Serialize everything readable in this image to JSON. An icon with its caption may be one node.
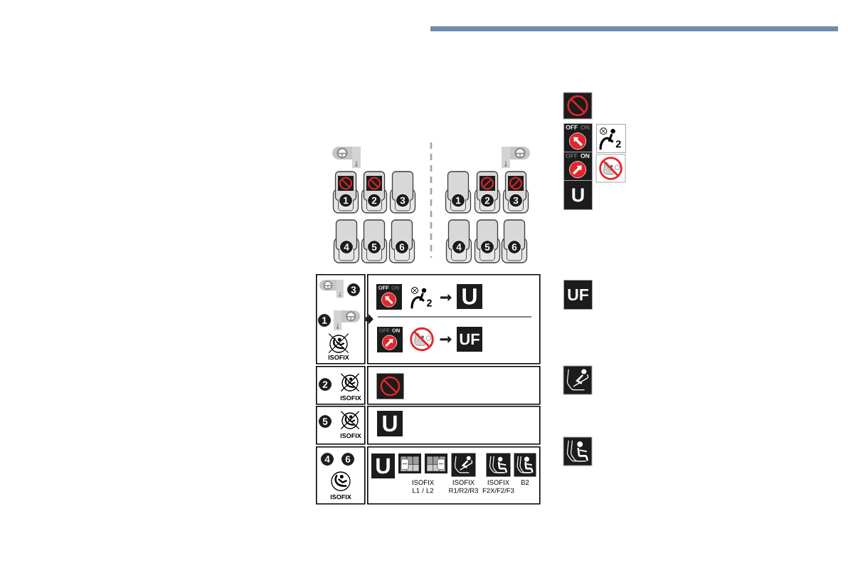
{
  "diagram": {
    "nodes": [
      {
        "text": [
          "1"
        ]
      },
      {
        "text": [
          "2"
        ]
      },
      {
        "text": [
          "3"
        ]
      },
      {
        "text": [
          "4"
        ]
      },
      {
        "text": [
          "5"
        ]
      },
      {
        "text": [
          "6"
        ]
      },
      {
        "text": [
          "1"
        ]
      },
      {
        "text": [
          "2"
        ]
      },
      {
        "text": [
          "3"
        ]
      },
      {
        "text": [
          "4"
        ]
      },
      {
        "text": [
          "5"
        ]
      },
      {
        "text": [
          "6"
        ]
      },
      {
        "text": [
          "ISOFIX"
        ]
      },
      {
        "text": [
          "3"
        ],
        "in": 12
      },
      {
        "text": [
          "1"
        ],
        "in": 12
      },
      {
        "text": [],
        "shape": "box"
      },
      {
        "text": [
          "OFF",
          "ON"
        ],
        "in": 15
      },
      {
        "text": [
          "2"
        ],
        "in": 15
      },
      {
        "text": [
          "U"
        ],
        "in": 15
      },
      {
        "text": [
          "OFF",
          "ON"
        ],
        "in": 15
      },
      {
        "text": [],
        "shape": "picture",
        "in": 15
      },
      {
        "text": [
          "UF"
        ],
        "in": 15
      },
      {
        "text": [
          "ISOFIX"
        ]
      },
      {
        "text": [
          "2"
        ],
        "in": 22
      },
      {
        "text": [],
        "shape": "box"
      },
      {
        "text": [
          "ISOFIX"
        ]
      },
      {
        "text": [
          "5"
        ],
        "in": 25
      },
      {
        "text": [],
        "shape": "box"
      },
      {
        "text": [
          "U"
        ],
        "in": 27
      },
      {
        "text": [
          "ISOFIX"
        ]
      },
      {
        "text": [
          "4"
        ],
        "in": 29
      },
      {
        "text": [
          "6"
        ],
        "in": 29
      },
      {
        "text": [
          "ISOFIX L1 / L2",
          "ISOFIX R1/R2/R3",
          "ISOFIX F2X/F2/F3",
          "B2"
        ]
      },
      {
        "text": [
          "U"
        ],
        "in": 32
      },
      {
        "text": [
          "OFF",
          "ON"
        ]
      },
      {
        "text": [
          "OFF",
          "ON"
        ]
      },
      {
        "text": [
          "U"
        ]
      },
      {
        "text": [
          "2"
        ]
      },
      {
        "text": [
          "UF"
        ]
      }
    ],
    "edges": [
      {
        "from": 12,
        "to": 15,
        "arrow": "to",
        "style": "thick"
      },
      {
        "from": 17,
        "to": 18,
        "arrow": "to"
      },
      {
        "from": 20,
        "to": 21,
        "arrow": "to"
      }
    ]
  }
}
